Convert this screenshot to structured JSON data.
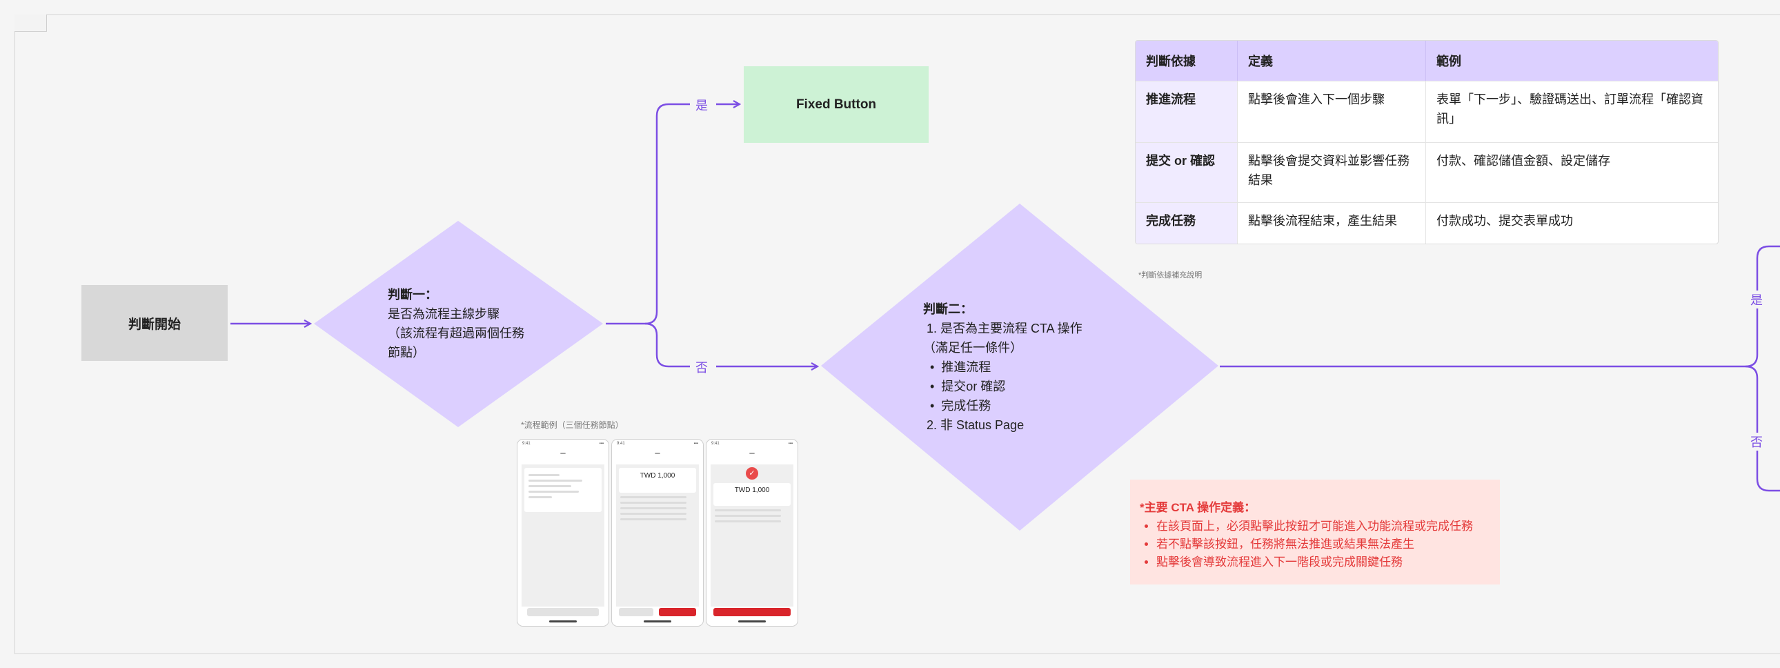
{
  "start": {
    "label": "判斷開始"
  },
  "decision1": {
    "title": "判斷一：",
    "lines": [
      "是否為流程主線步驟",
      "（該流程有超過兩個任務",
      "節點）"
    ]
  },
  "decision1_yes": "是",
  "decision1_no": "否",
  "fixed_button": {
    "label": "Fixed Button"
  },
  "decision2": {
    "title": "判斷二：",
    "lines": [
      " 1. 是否為主要流程 CTA 操作",
      "（滿足任一條件）",
      "  •  推進流程",
      "  •  提交or 確認",
      "  •  完成任務",
      " 2. 非 Status Page"
    ]
  },
  "decision2_yes": "是",
  "decision2_no": "否",
  "criteria_table": {
    "headers": [
      "判斷依據",
      "定義",
      "範例"
    ],
    "rows": [
      [
        "推進流程",
        "點擊後會進入下一個步驟",
        "表單「下一步」、驗證碼送出、訂單流程「確認資訊」"
      ],
      [
        "提交 or 確認",
        "點擊後會提交資料並影響任務結果",
        "付款、確認儲值金額、設定儲存"
      ],
      [
        "完成任務",
        "點擊後流程結束，產生結果",
        "付款成功、提交表單成功"
      ]
    ]
  },
  "table_note": "*判斷依據補充說明",
  "flow_example_note": "*流程範例（三個任務節點）",
  "cta_definition": {
    "title": "*主要 CTA 操作定義：",
    "items": [
      "在該頁面上，必須點擊此按鈕才可能進入功能流程或完成任務",
      "若不點擊該按鈕，任務將無法推進或結果無法產生",
      "點擊後會導致流程進入下一階段或完成關鍵任務"
    ]
  },
  "phone_amount": "TWD 1,000",
  "colors": {
    "decision_fill": "#dccfff",
    "arrow": "#7c4ee4",
    "start_fill": "#d8d8d8",
    "fixed_button_fill": "#cdf2d5",
    "table_header_fill": "#dcd0ff",
    "cta_box_fill": "#ffe4e1",
    "cta_text": "#e43a3a"
  }
}
